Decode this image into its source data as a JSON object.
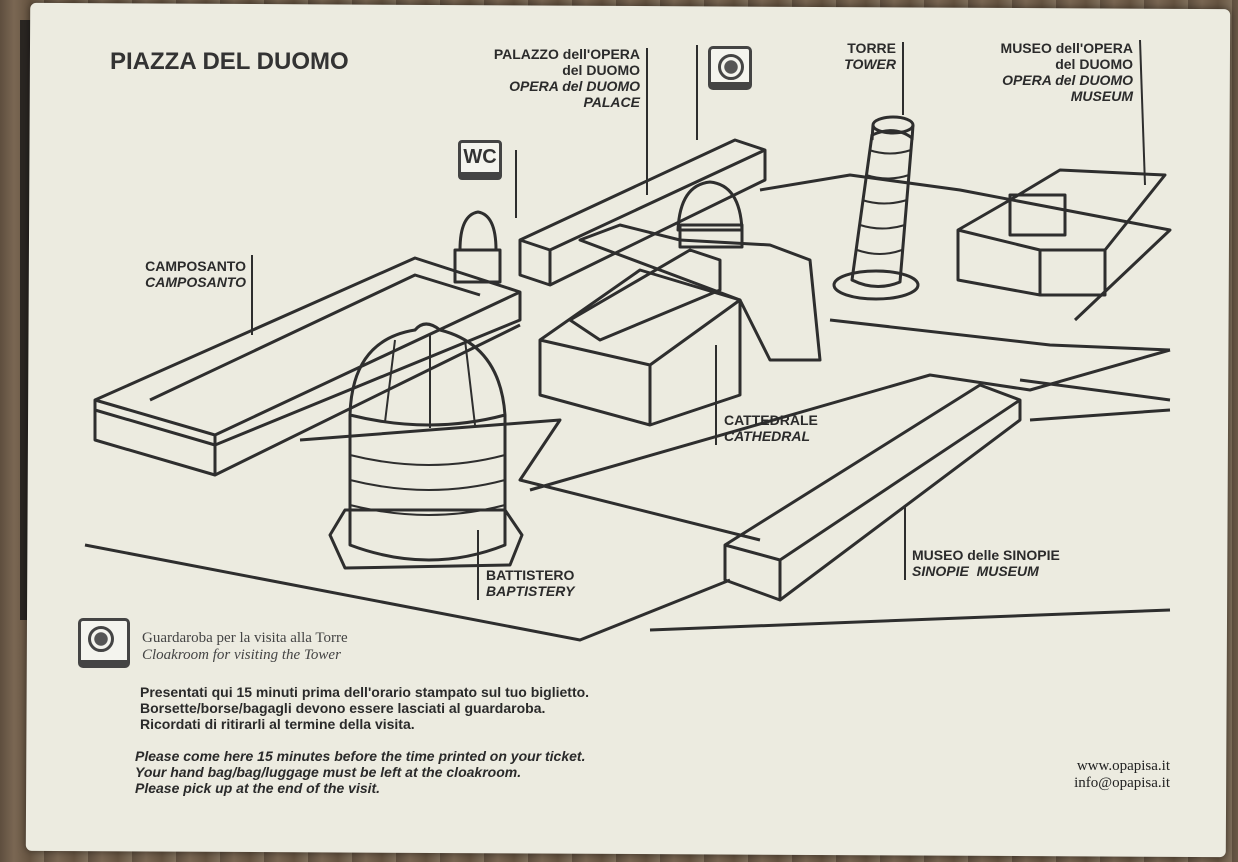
{
  "title": "PIAZZA DEL DUOMO",
  "labels": {
    "palazzo": [
      "PALAZZO dell'OPERA",
      "del DUOMO",
      "OPERA del DUOMO",
      "PALACE"
    ],
    "torre": [
      "TORRE",
      "TOWER"
    ],
    "museo_opera": [
      "MUSEO dell'OPERA",
      "del DUOMO",
      "OPERA del DUOMO",
      "MUSEUM"
    ],
    "camposanto": [
      "CAMPOSANTO",
      "CAMPOSANTO"
    ],
    "cattedrale": [
      "CATTEDRALE",
      "CATHEDRAL"
    ],
    "battistero": [
      "BATTISTERO",
      "BAPTISTERY"
    ],
    "sinopie": [
      "MUSEO delle SINOPIE",
      "SINOPIE  MUSEUM"
    ],
    "wc": "WC"
  },
  "legend": {
    "icon": "cloakroom-icon",
    "it": "Guardaroba per la visita alla Torre",
    "en": "Cloakroom for visiting the Tower"
  },
  "notes_it": [
    "Presentati qui 15 minuti prima dell'orario stampato sul tuo biglietto.",
    "Borsette/borse/bagagli devono essere lasciati al guardaroba.",
    "Ricordati di ritirarli al termine della visita."
  ],
  "notes_en": [
    "Please come here 15 minutes before the time printed on your ticket.",
    "Your hand bag/bag/luggage must be left at the cloakroom.",
    "Please pick up at the end of the visit."
  ],
  "contact": {
    "web": "www.opapisa.it",
    "email": "info@opapisa.it"
  }
}
